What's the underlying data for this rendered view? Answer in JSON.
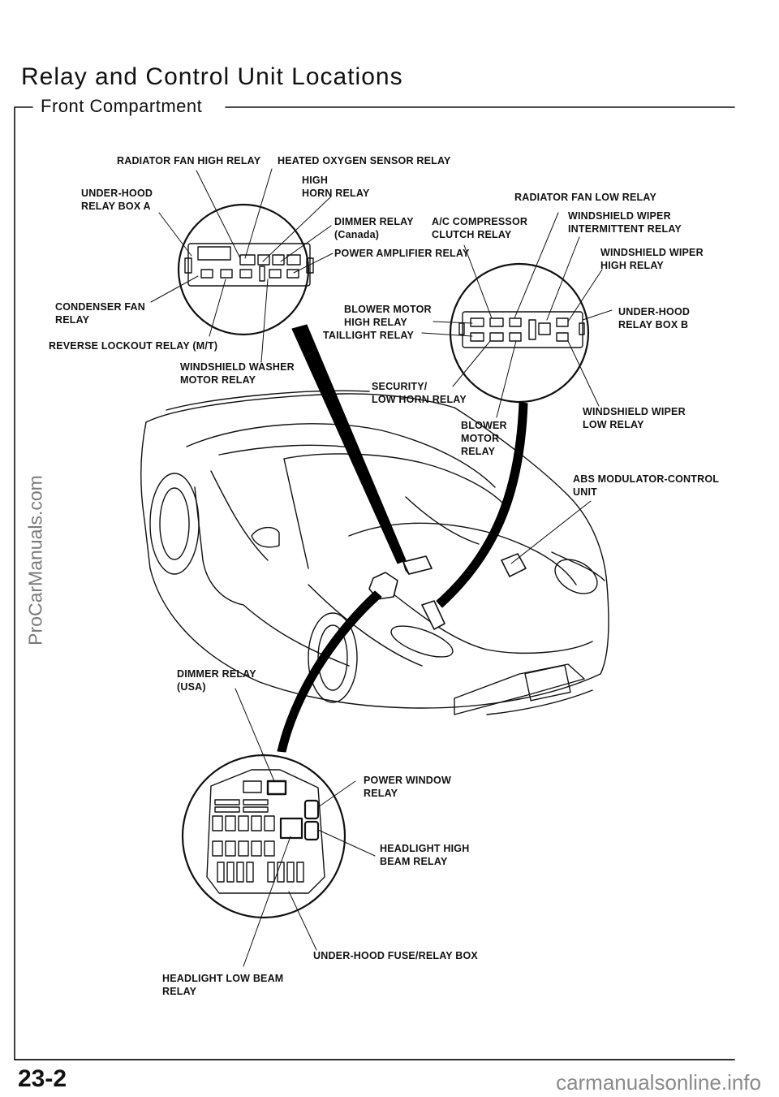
{
  "page": {
    "title": "Relay and Control Unit Locations",
    "subtitle": "Front Compartment",
    "page_number": "23-2"
  },
  "labels": {
    "radiator_fan_high_relay": "RADIATOR FAN HIGH RELAY",
    "heated_oxygen_sensor_relay": "HEATED OXYGEN SENSOR RELAY",
    "under_hood_relay_box_a": "UNDER-HOOD\nRELAY BOX A",
    "high_horn_relay": "HIGH\nHORN RELAY",
    "radiator_fan_low_relay": "RADIATOR FAN LOW RELAY",
    "dimmer_relay_canada": "DIMMER RELAY\n(Canada)",
    "ac_compressor_clutch_relay": "A/C COMPRESSOR\nCLUTCH RELAY",
    "windshield_wiper_intermittent_relay": "WINDSHIELD WIPER\nINTERMITTENT RELAY",
    "power_amplifier_relay": "POWER AMPLIFIER RELAY",
    "windshield_wiper_high_relay": "WINDSHIELD WIPER\nHIGH RELAY",
    "condenser_fan_relay": "CONDENSER FAN\nRELAY",
    "blower_motor_high_relay": "BLOWER MOTOR\nHIGH RELAY",
    "under_hood_relay_box_b": "UNDER-HOOD\nRELAY BOX B",
    "taillight_relay": "TAILLIGHT RELAY",
    "reverse_lockout_relay": "REVERSE LOCKOUT RELAY (M/T)",
    "windshield_washer_motor_relay": "WINDSHIELD WASHER\nMOTOR RELAY",
    "security_low_horn_relay": "SECURITY/\nLOW HORN RELAY",
    "windshield_wiper_low_relay": "WINDSHIELD WIPER\nLOW RELAY",
    "blower_motor_relay": "BLOWER\nMOTOR\nRELAY",
    "abs_modulator_control_unit": "ABS MODULATOR-CONTROL\nUNIT",
    "dimmer_relay_usa": "DIMMER RELAY\n(USA)",
    "power_window_relay": "POWER WINDOW\nRELAY",
    "headlight_high_beam_relay": "HEADLIGHT HIGH\nBEAM RELAY",
    "under_hood_fuse_relay_box": "UNDER-HOOD FUSE/RELAY BOX",
    "headlight_low_beam_relay": "HEADLIGHT LOW BEAM\nRELAY"
  },
  "watermarks": {
    "left": "ProCarManuals.com",
    "bottom": "carmanualsonline.info"
  }
}
